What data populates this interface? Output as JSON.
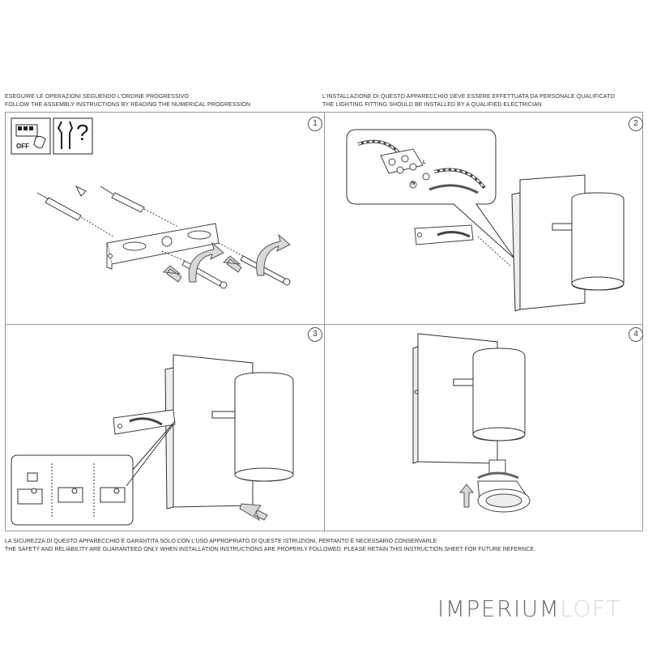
{
  "header": {
    "left_line1": "ESEGUIRE LE OPERAZIONI SEGUENDO L'ORDINE PROGRESSIVO",
    "left_line2": "FOLLOW THE ASSEMBLY INSTRUCTIONS BY READING THE NUMERICAL PROGRESSION",
    "right_line1": "L'INSTALLAZIONE DI QUESTO APPARECCHIO DEVE ESSERE EFFETTUATA DA PERSONALE QUALIFICATO",
    "right_line2": "THE LIGHTING FITTING SHOULD BE INSTALLED BY A QUALIFIED ELECTRICIAN"
  },
  "steps": [
    {
      "number": "1"
    },
    {
      "number": "2"
    },
    {
      "number": "3"
    },
    {
      "number": "4"
    }
  ],
  "step1": {
    "off_label": "OFF",
    "question_mark": "?"
  },
  "step2": {
    "terminal_labels": [
      "L",
      "N"
    ]
  },
  "footer": {
    "line1": "LA SICUREZZA DI QUESTO APPARECCHIO È GARANTITA SOLO CON L'USO APPROPRIATO DI QUESTE ISTRUZIONI, PERTANTO È NECESSARIO CONSERVARLE",
    "line2": "THE SAFETY AND RELIABILITY ARE GUARANTEED ONLY WHEN INSTALLATION INSTRUCTIONS ARE PROPERLY FOLLOWED. PLEASE RETAIN THIS INSTRUCTION SHEET FOR FUTURE REFERNCE."
  },
  "brand": {
    "part1": "IMPERIUM",
    "part2": "LOFT"
  }
}
